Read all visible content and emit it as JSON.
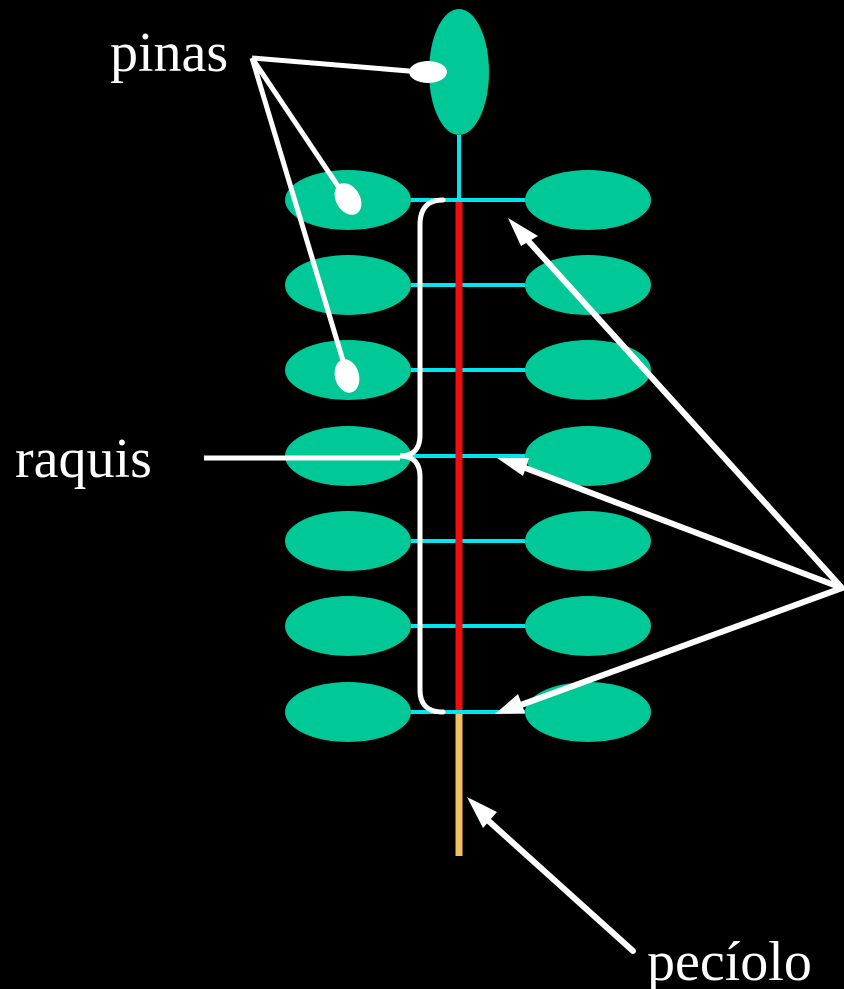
{
  "labels": {
    "pinas": "pinas",
    "raquis": "raquis",
    "peciolo": "pecíolo"
  },
  "colors": {
    "background": "#000000",
    "pinna": "#00c896",
    "rachis": "#ee1010",
    "petiolule": "#00e6f0",
    "petiole": "#f0c060",
    "annotation": "#ffffff"
  }
}
